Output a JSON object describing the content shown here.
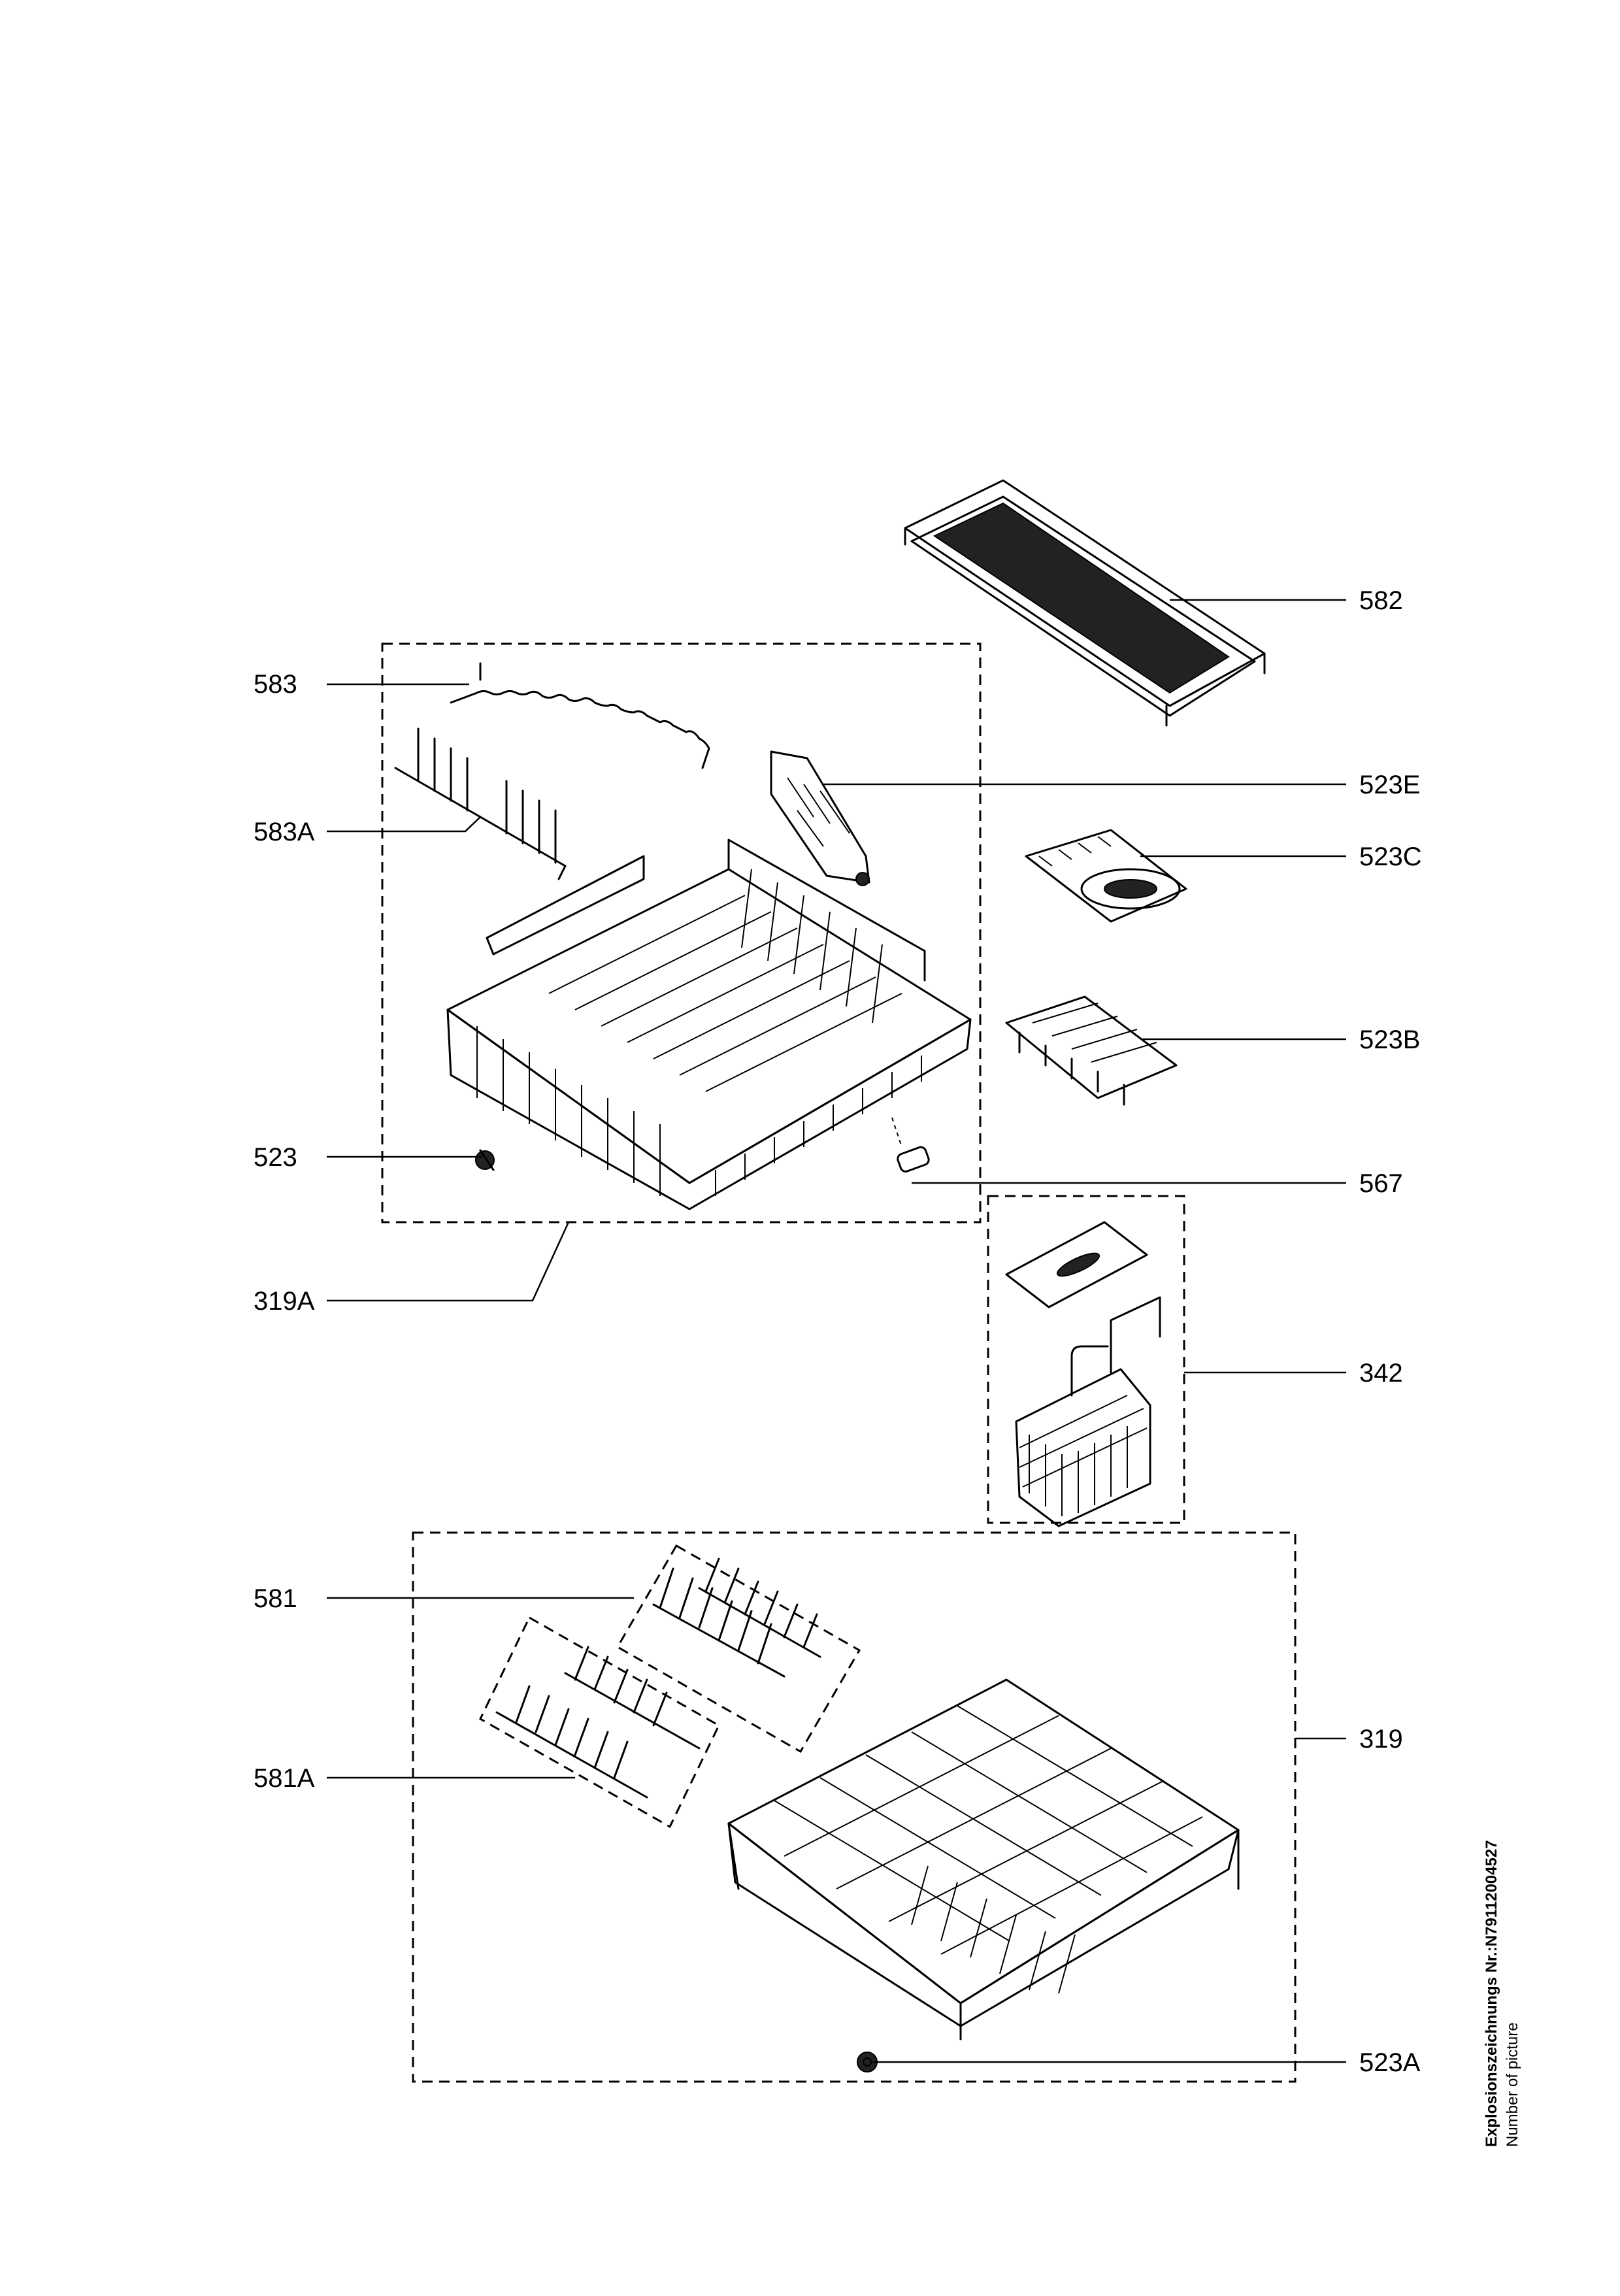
{
  "labels": {
    "l582": "582",
    "l583": "583",
    "l523E": "523E",
    "l583A": "583A",
    "l523C": "523C",
    "l523B": "523B",
    "l523": "523",
    "l567": "567",
    "l319A": "319A",
    "l342": "342",
    "l581": "581",
    "l319": "319",
    "l581A": "581A",
    "l523A": "523A"
  },
  "side_note": {
    "line1": "Explosionszeichnungs Nr.:N7911200452​7",
    "line2": "Number of picture"
  }
}
